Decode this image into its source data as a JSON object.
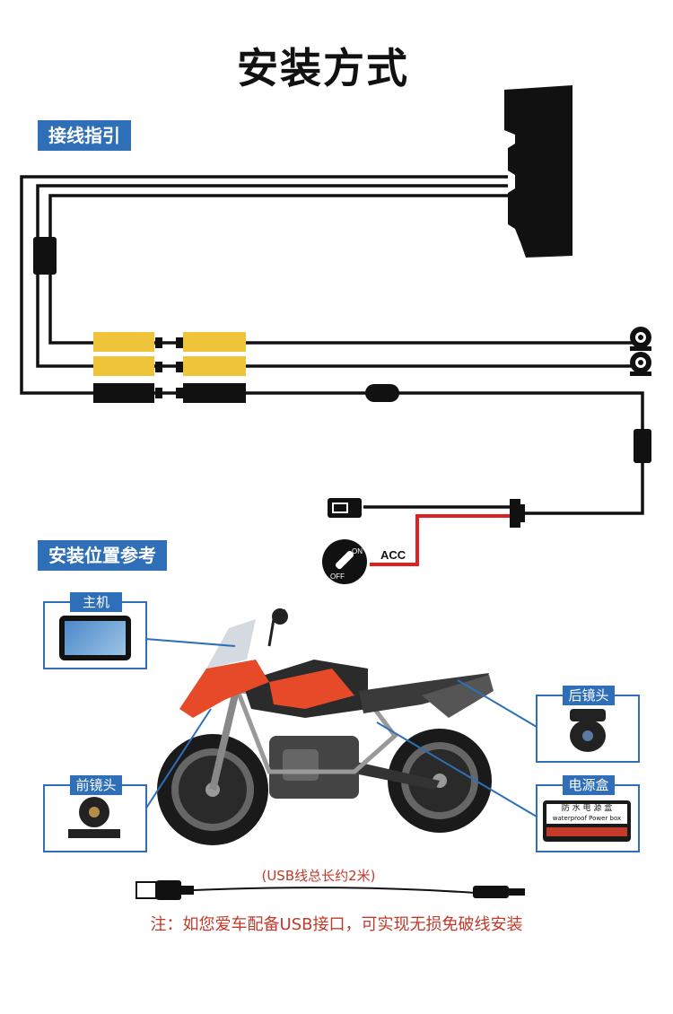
{
  "title": "安装方式",
  "sections": {
    "wiring": "接线指引",
    "install": "安装位置参考"
  },
  "wiring": {
    "acc_label": "ACC",
    "switch_on": "ON",
    "switch_off": "OFF"
  },
  "parts": {
    "host": "主机",
    "rear_camera": "后镜头",
    "front_camera": "前镜头",
    "power_box": "电源盒",
    "power_box_print_cn": "防 水 电 源 盒",
    "power_box_print_en": "waterproof Power box"
  },
  "usb_caption": "(USB线总长约2米)",
  "footer_note": "注：如您爱车配备USB接口，可实现无损免破线安装",
  "colors": {
    "accent": "#2e6fb7",
    "connector_yellow": "#efc33a",
    "acc_wire": "#e02020",
    "note_red": "#c0392b"
  }
}
